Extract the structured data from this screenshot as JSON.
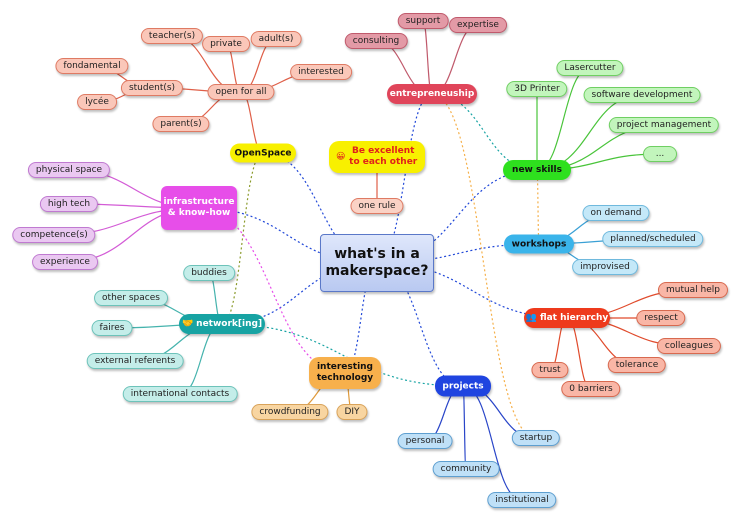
{
  "root": {
    "label": "what's in a makerspace?"
  },
  "branches": {
    "entrepreneuship": {
      "label": "entrepreneuship",
      "color": "#e0455a",
      "children": [
        "consulting",
        "support",
        "expertise"
      ]
    },
    "new_skills": {
      "label": "new skills",
      "color": "#2ee01e",
      "children": [
        "Lasercutter",
        "3D Printer",
        "software development",
        "project management",
        "..."
      ]
    },
    "workshops": {
      "label": "workshops",
      "color": "#3ab4ea",
      "children": [
        "on demand",
        "planned/scheduled",
        "improvised"
      ]
    },
    "flat_hierarchy": {
      "label": "flat hierarchy",
      "color": "#ee3a1c",
      "children": [
        "mutual help",
        "respect",
        "colleagues",
        "tolerance",
        "trust",
        "0 barriers"
      ]
    },
    "projects": {
      "label": "projects",
      "color": "#1f44e0",
      "children": [
        "personal",
        "community",
        "institutional",
        "startup"
      ]
    },
    "interesting_technology": {
      "label": "interesting technology",
      "color": "#f7b04c",
      "children": [
        "crowdfunding",
        "DIY"
      ]
    },
    "networking": {
      "label": "network[ing]",
      "color": "#17a3a3",
      "children": [
        "buddies",
        "other spaces",
        "faires",
        "external referents",
        "international contacts"
      ]
    },
    "infrastructure": {
      "label": "infrastructure & know-how",
      "color": "#e74ee9",
      "children": [
        "physical space",
        "high tech",
        "competence(s)",
        "experience"
      ]
    },
    "openspace": {
      "label": "OpenSpace",
      "color": "#f8f000"
    },
    "open_for_all": {
      "label": "open for all",
      "children": [
        "teacher(s)",
        "private",
        "adult(s)",
        "interested",
        "student(s)",
        "parent(s)"
      ]
    },
    "student_children": [
      "fondamental",
      "lycée"
    ],
    "be_excellent": {
      "label": "Be excellent to each other",
      "color": "#f8f000"
    },
    "one_rule": {
      "label": "one rule"
    }
  },
  "colors": {
    "entrepreneuship_leaf": "#e39aa6",
    "skills_leaf": "#c2f5bc",
    "workshops_leaf": "#c4e8f8",
    "flat_leaf": "#f9b6a6",
    "projects_leaf": "#bfe0f7",
    "tech_leaf": "#f8d5a1",
    "network_leaf": "#c4ede9",
    "infra_leaf": "#eac8f1",
    "open_leaf": "#fac7b9",
    "one_rule_leaf": "#fad2c5"
  }
}
